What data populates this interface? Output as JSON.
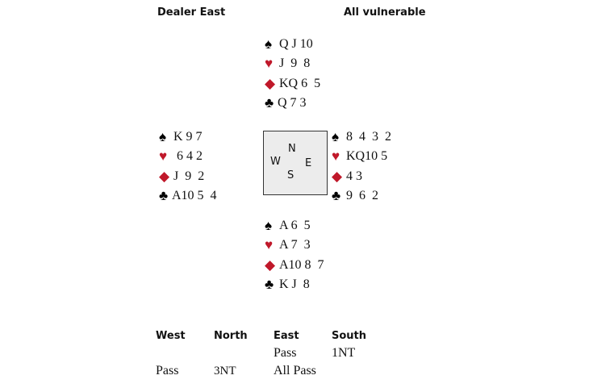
{
  "header": {
    "dealer": "Dealer East",
    "vulnerability": "All vulnerable"
  },
  "colors": {
    "red_suit": "#c0182a",
    "black_suit": "#000000",
    "compass_bg": "#ececec"
  },
  "suits": {
    "spade": "♠",
    "heart": "♥",
    "diamond": "◆",
    "club": "♣"
  },
  "hands": {
    "north": {
      "spades": "Q J 10",
      "hearts": "J  9  8",
      "diamonds": "KQ 6  5",
      "clubs": "Q 7 3"
    },
    "west": {
      "spades": "K 9 7",
      "hearts": " 6 4 2",
      "diamonds": "J  9  2",
      "clubs": "A10 5  4"
    },
    "east": {
      "spades": "8  4  3  2",
      "hearts": "KQ10 5",
      "diamonds": "4 3",
      "clubs": "9  6  2"
    },
    "south": {
      "spades": "A 6  5",
      "hearts": "A 7  3",
      "diamonds": "A10 8  7",
      "clubs": "K J  8"
    }
  },
  "compass": {
    "n": "N",
    "s": "S",
    "e": "E",
    "w": "W"
  },
  "auction": {
    "headers": [
      "West",
      "North",
      "East",
      "South"
    ],
    "rows": [
      [
        "",
        "",
        "Pass",
        "1NT"
      ],
      [
        "Pass",
        "3NT",
        "All Pass",
        ""
      ]
    ]
  }
}
